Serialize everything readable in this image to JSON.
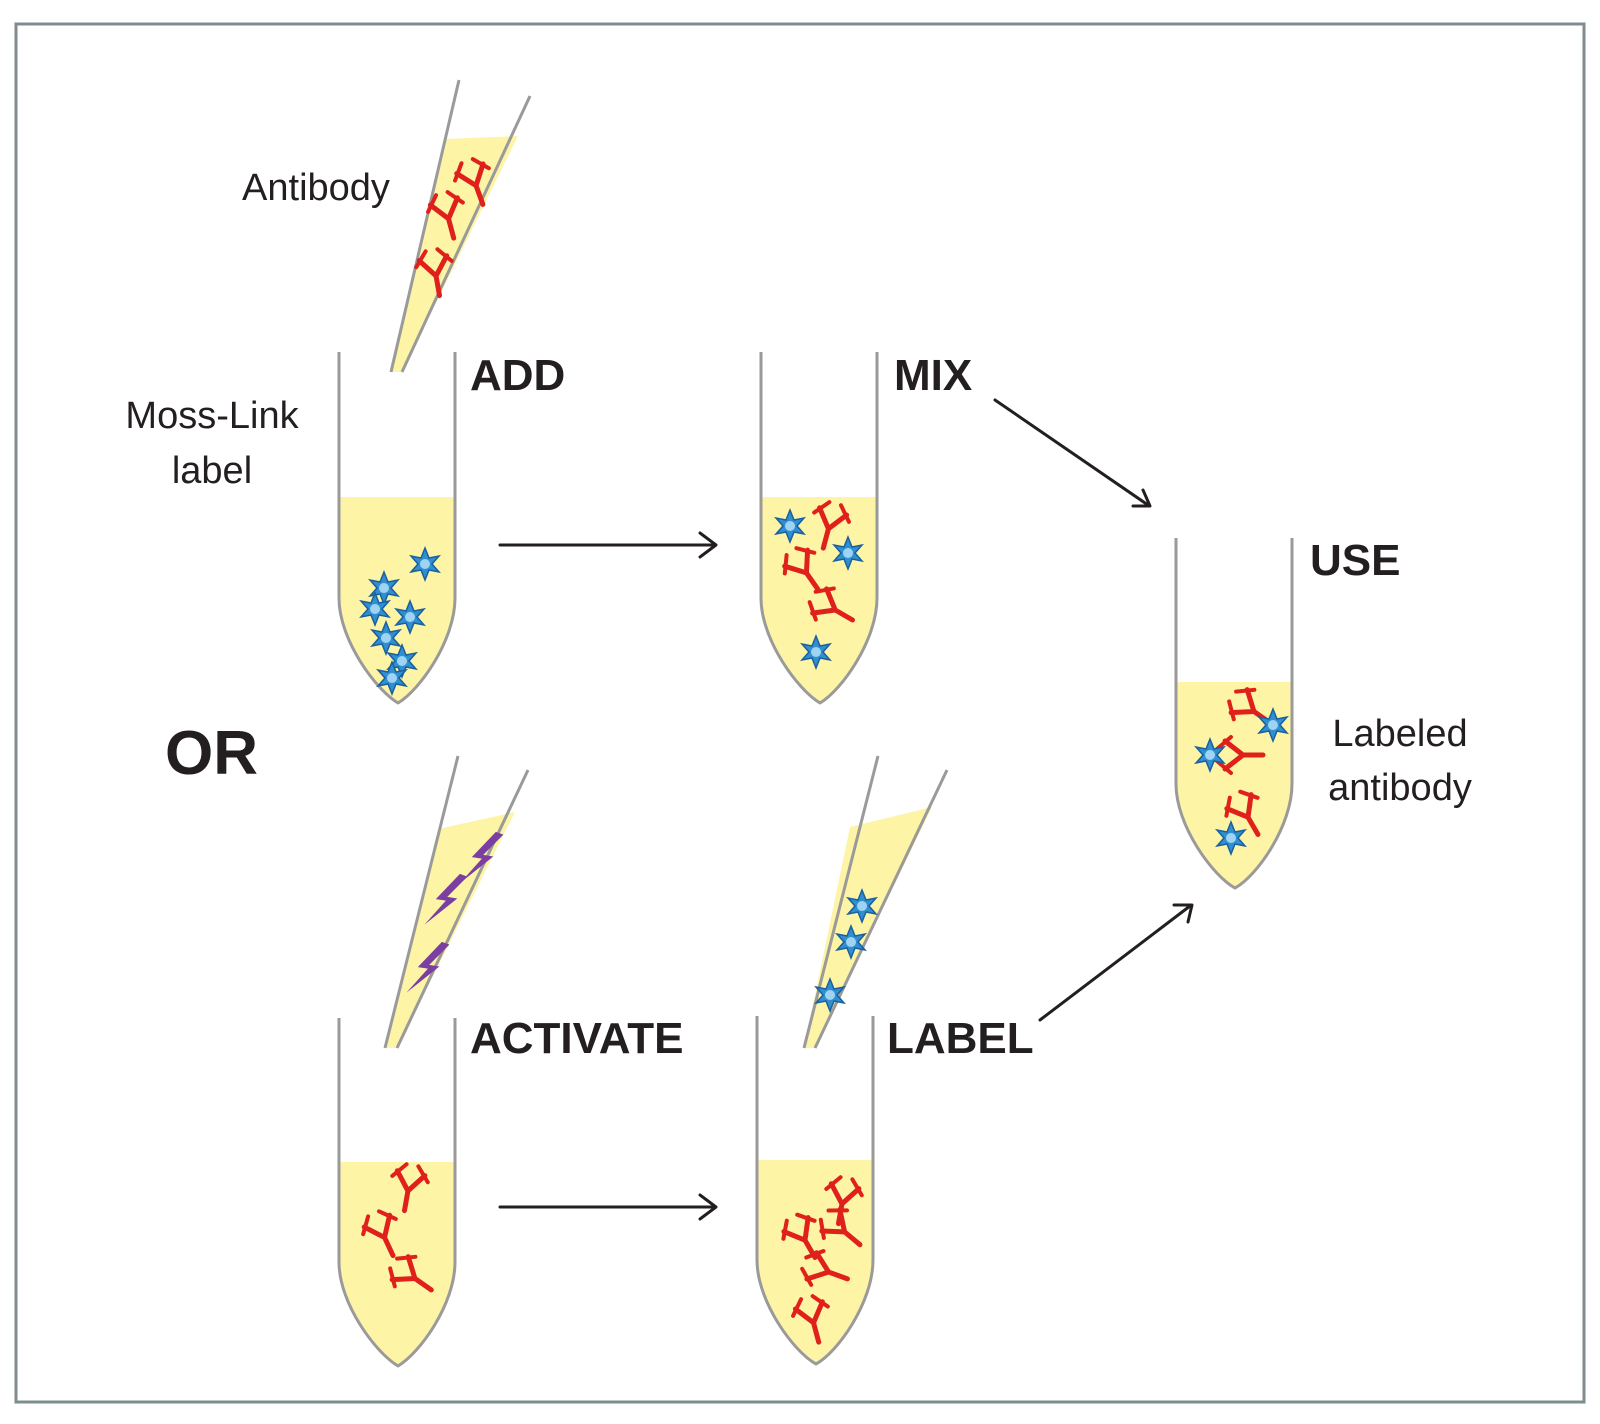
{
  "labels": {
    "antibody": "Antibody",
    "moss_link_line1": "Moss-Link",
    "moss_link_line2": "label",
    "add": "ADD",
    "mix": "MIX",
    "use": "USE",
    "or": "OR",
    "activate": "ACTIVATE",
    "label_step": "LABEL",
    "labeled_line1": "Labeled",
    "labeled_line2": "antibody"
  },
  "colors": {
    "liquid": "#fdf4a6",
    "tube_wall": "#9a9a9a",
    "antibody": "#e0201b",
    "label_star": "#2f8fd0",
    "label_star_dark": "#1a5f9e",
    "activator": "#7a3fa0",
    "frame": "#7f8c8f",
    "text": "#231f20"
  },
  "icons": [
    "antibody-icon",
    "star-label-icon",
    "lightning-icon",
    "arrow-icon"
  ]
}
